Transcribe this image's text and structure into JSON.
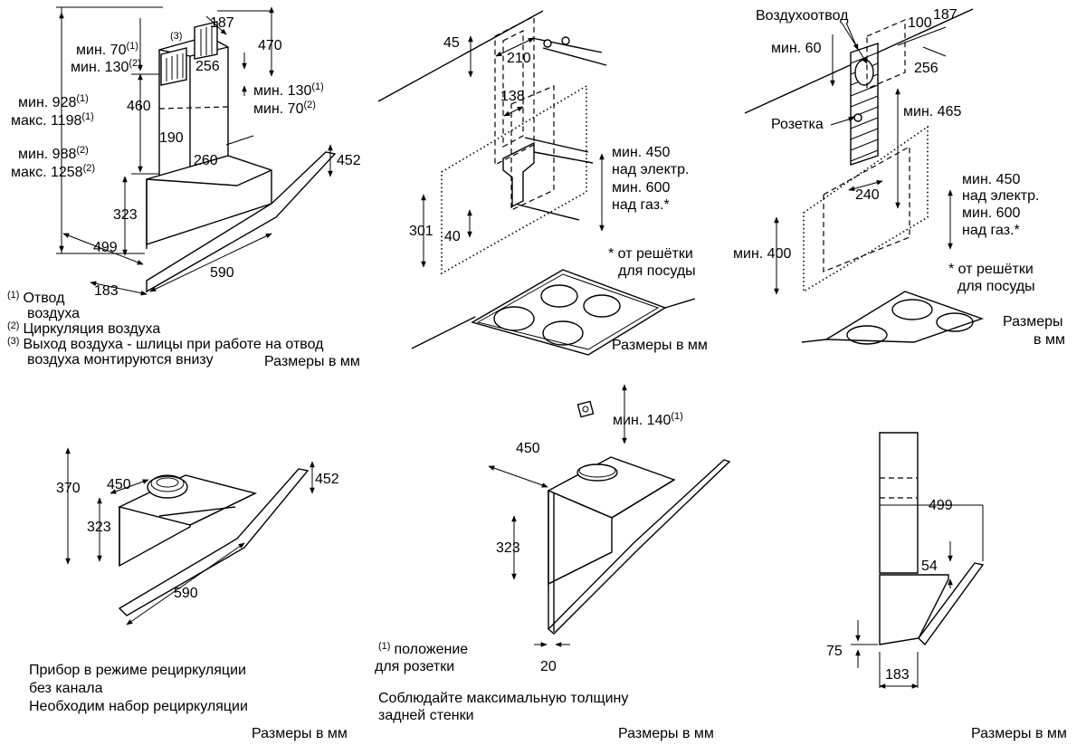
{
  "panel1": {
    "dims": {
      "d187": "187",
      "d470": "470",
      "d256": "256",
      "d460": "460",
      "d190": "190",
      "d260": "260",
      "d452": "452",
      "d323": "323",
      "d499": "499",
      "d590": "590",
      "d183": "183",
      "d3": "(3)"
    },
    "labels": {
      "min70": "мин. 70",
      "min70_sup": "(1)",
      "min130": "мин. 130",
      "min130_sup": "(2)",
      "min928": "мин. 928",
      "min928_sup": "(1)",
      "max1198": "макс. 1198",
      "max1198_sup": "(1)",
      "min988": "мин. 988",
      "min988_sup": "(2)",
      "max1258": "макс. 1258",
      "max1258_sup": "(2)",
      "min130b": "мин. 130",
      "min130b_sup": "(1)",
      "min70b": "мин. 70",
      "min70b_sup": "(2)"
    },
    "notes": [
      {
        "sup": "(1)",
        "text": "Отвод"
      },
      {
        "sup": "",
        "text": "воздуха"
      },
      {
        "sup": "(2)",
        "text": "Циркуляция воздуха"
      },
      {
        "sup": "(3)",
        "text": "Выход воздуха - шлицы при работе на отвод"
      },
      {
        "sup": "",
        "text": "воздуха монтируются внизу"
      }
    ],
    "units": "Размеры в мм"
  },
  "panel2": {
    "dims": {
      "d45": "45",
      "d210": "210",
      "d138": "138",
      "d301": "301",
      "d40": "40"
    },
    "lines": [
      "мин. 450",
      "над электр.",
      "мин. 600",
      "над газ.*"
    ],
    "footnote": [
      "* от решётки",
      "для посуды"
    ],
    "units": "Размеры в мм"
  },
  "panel3": {
    "title": "Воздухоотвод",
    "dims": {
      "d100": "100",
      "d187": "187",
      "d256": "256",
      "d240": "240"
    },
    "min60": "мин. 60",
    "socket": "Розетка",
    "min465": "мин. 465",
    "min400": "мин. 400",
    "lines": [
      "мин. 450",
      "над электр.",
      "мин. 600",
      "над газ.*"
    ],
    "footnote": [
      "* от решётки",
      "для посуды"
    ],
    "units": [
      "Размеры",
      "в мм"
    ]
  },
  "panel4": {
    "dims": {
      "d370": "370",
      "d450": "450",
      "d323": "323",
      "d452": "452",
      "d590": "590"
    },
    "caption": [
      "Прибор в режиме рециркуляции",
      "без канала",
      "Необходим набор рециркуляции"
    ],
    "units": "Размеры в мм"
  },
  "panel5": {
    "min140": "мин. 140",
    "min140_sup": "(1)",
    "dims": {
      "d450": "450",
      "d323": "323",
      "d20": "20"
    },
    "note_sup": "(1)",
    "note": [
      "положение",
      "для розетки"
    ],
    "caption": [
      "Соблюдайте максимальную толщину",
      "задней стенки"
    ],
    "units": "Размеры в мм"
  },
  "panel6": {
    "dims": {
      "d499": "499",
      "d54": "54",
      "d75": "75",
      "d183": "183"
    },
    "units": "Размеры в мм"
  }
}
